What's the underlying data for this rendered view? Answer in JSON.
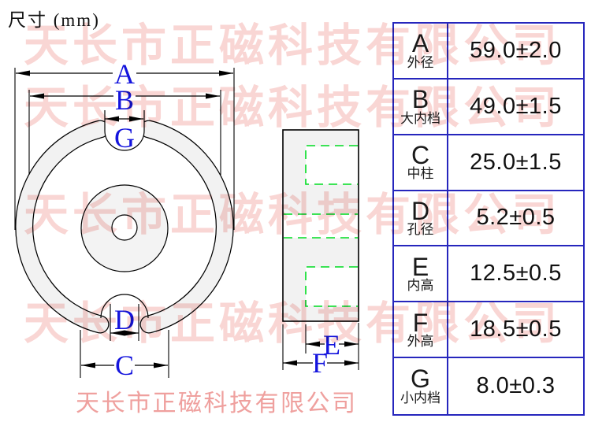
{
  "title": "尺寸 (mm)",
  "dims": {
    "A": "A",
    "B": "B",
    "C": "C",
    "D": "D",
    "E": "E",
    "F": "F",
    "G": "G"
  },
  "table": {
    "rows": [
      {
        "letter": "A",
        "name": "外径",
        "value": "59.0±2.0"
      },
      {
        "letter": "B",
        "name": "大内档",
        "value": "49.0±1.5"
      },
      {
        "letter": "C",
        "name": "中柱",
        "value": "25.0±1.5"
      },
      {
        "letter": "D",
        "name": "孔径",
        "value": "5.2±0.5"
      },
      {
        "letter": "E",
        "name": "内高",
        "value": "12.5±0.5"
      },
      {
        "letter": "F",
        "name": "外高",
        "value": "18.5±0.5"
      },
      {
        "letter": "G",
        "name": "小内档",
        "value": "8.0±0.3"
      }
    ]
  },
  "watermark": {
    "line": "天长市正磁科技有限公司",
    "footer": "天长市正磁科技有限公司"
  },
  "colors": {
    "table_border": "#2626bd",
    "dim_label_blue": "#1414dd",
    "hidden_line_green": "#00dd22",
    "core_fill_gray": "#f2f2f2",
    "watermark_row_pink": "#f9d6d4",
    "watermark_footer_pink": "#efa09e"
  }
}
